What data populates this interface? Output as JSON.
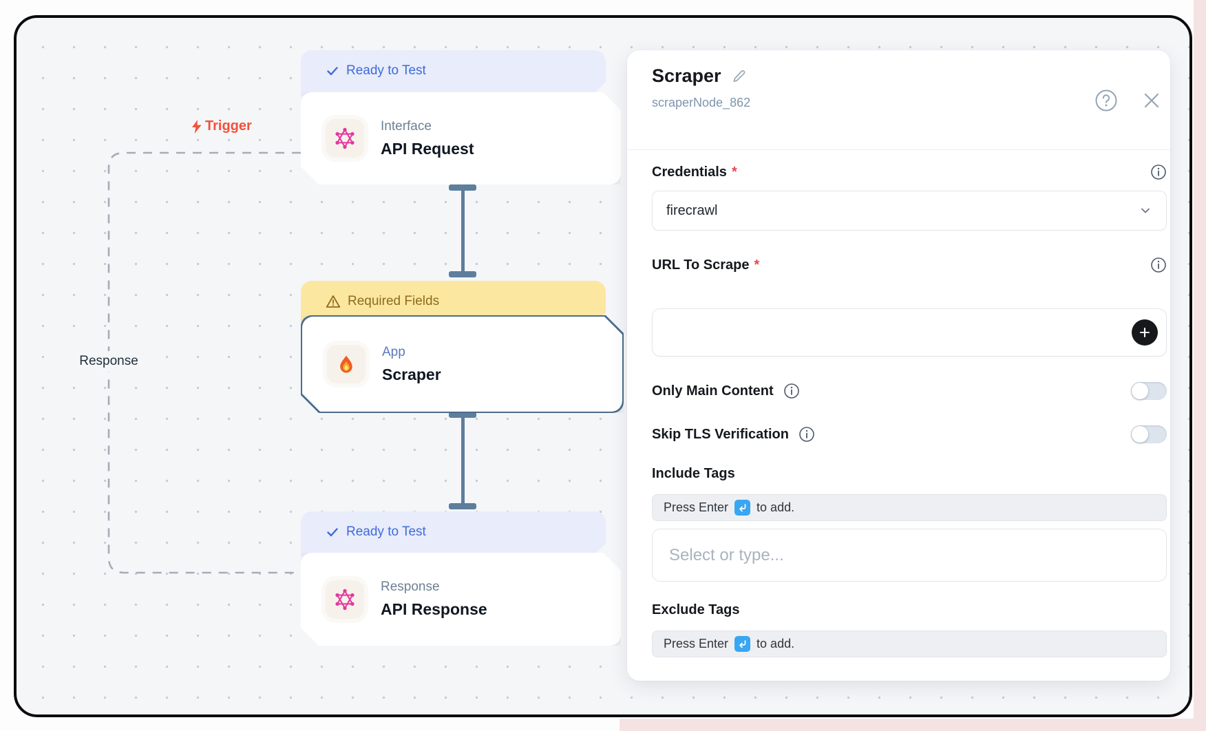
{
  "canvas": {
    "trigger_label": "Trigger",
    "loop_label": "Response",
    "nodes": [
      {
        "badge": "Ready to Test",
        "badge_type": "ready",
        "category": "Interface",
        "title": "API Request",
        "icon": "graphql-icon"
      },
      {
        "badge": "Required Fields",
        "badge_type": "warning",
        "category": "App",
        "title": "Scraper",
        "icon": "fire-icon"
      },
      {
        "badge": "Ready to Test",
        "badge_type": "ready",
        "category": "Response",
        "title": "API Response",
        "icon": "graphql-icon"
      }
    ]
  },
  "panel": {
    "title": "Scraper",
    "node_id": "scraperNode_862",
    "required_mark": "*",
    "fields": {
      "credentials": {
        "label": "Credentials",
        "required": true,
        "value": "firecrawl"
      },
      "url_to_scrape": {
        "label": "URL To Scrape",
        "required": true,
        "value": ""
      },
      "only_main_content": {
        "label": "Only Main Content",
        "value": false
      },
      "skip_tls_verification": {
        "label": "Skip TLS Verification",
        "value": false
      },
      "include_tags": {
        "label": "Include Tags",
        "hint_prefix": "Press Enter",
        "hint_suffix": "to add.",
        "placeholder": "Select or type..."
      },
      "exclude_tags": {
        "label": "Exclude Tags",
        "hint_prefix": "Press Enter",
        "hint_suffix": "to add."
      }
    }
  },
  "colors": {
    "ready_badge_bg": "#e8ecfb",
    "ready_badge_text": "#3e6bd6",
    "warning_badge_bg": "#fbe7a0",
    "warning_badge_text": "#8f6b1c",
    "trigger_red": "#f4503a",
    "connector": "#5d7e9c",
    "selected_node_border": "#4a6b8c",
    "enter_key_blue": "#38a6f3",
    "graphql_pink": "#e5359f",
    "canvas_bg": "#f5f6f8"
  }
}
